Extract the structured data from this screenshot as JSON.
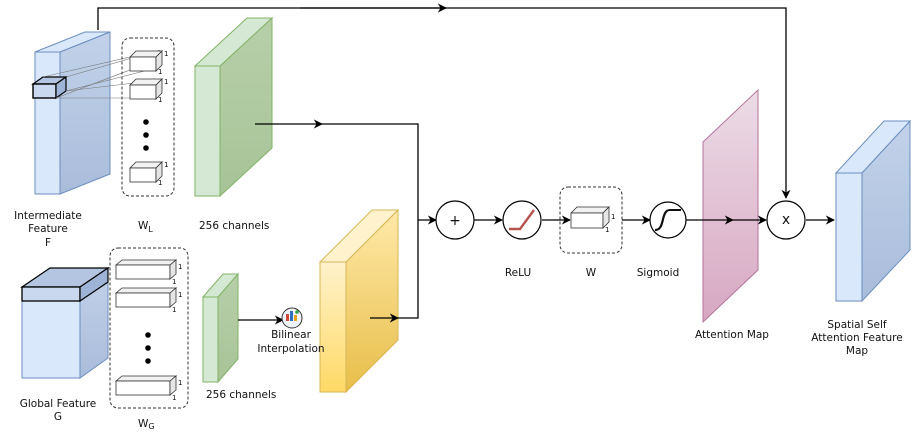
{
  "labels": {
    "intermediate_feature": [
      "Intermediate",
      "Feature",
      "F"
    ],
    "global_feature": [
      "Global Feature",
      "G"
    ],
    "wl_main": "W",
    "wl_sub": "L",
    "wg_main": "W",
    "wg_sub": "G",
    "channels_top": "256 channels",
    "channels_bottom": "256 channels",
    "bilinear": [
      "Bilinear",
      "Interpolation"
    ],
    "relu": "ReLU",
    "w": "W",
    "sigmoid": "Sigmoid",
    "attention_map": "Attention Map",
    "spatial_attention": [
      "Spatial Self",
      "Attention Feature",
      "Map"
    ],
    "one": "1"
  },
  "operators": {
    "add": "+",
    "multiply": "x"
  },
  "colors": {
    "blue_front": "#dae8fc",
    "blue_side": "#b8c9e3",
    "blue_stroke": "#6c8ebf",
    "green_front": "#d5e8d4",
    "green_side": "#b3cca3",
    "green_stroke": "#82b366",
    "yellow_top": "#fff2cc",
    "yellow_bottom": "#ffd966",
    "yellow_stroke": "#d6b656",
    "pink_top": "#e6d0de",
    "pink_bottom": "#d5a6c0",
    "pink_stroke": "#b5739d",
    "relu_line": "#b85450"
  },
  "icons": [
    "relu-activation-icon",
    "sigmoid-curve-icon",
    "bilinear-interpolation-icon"
  ]
}
